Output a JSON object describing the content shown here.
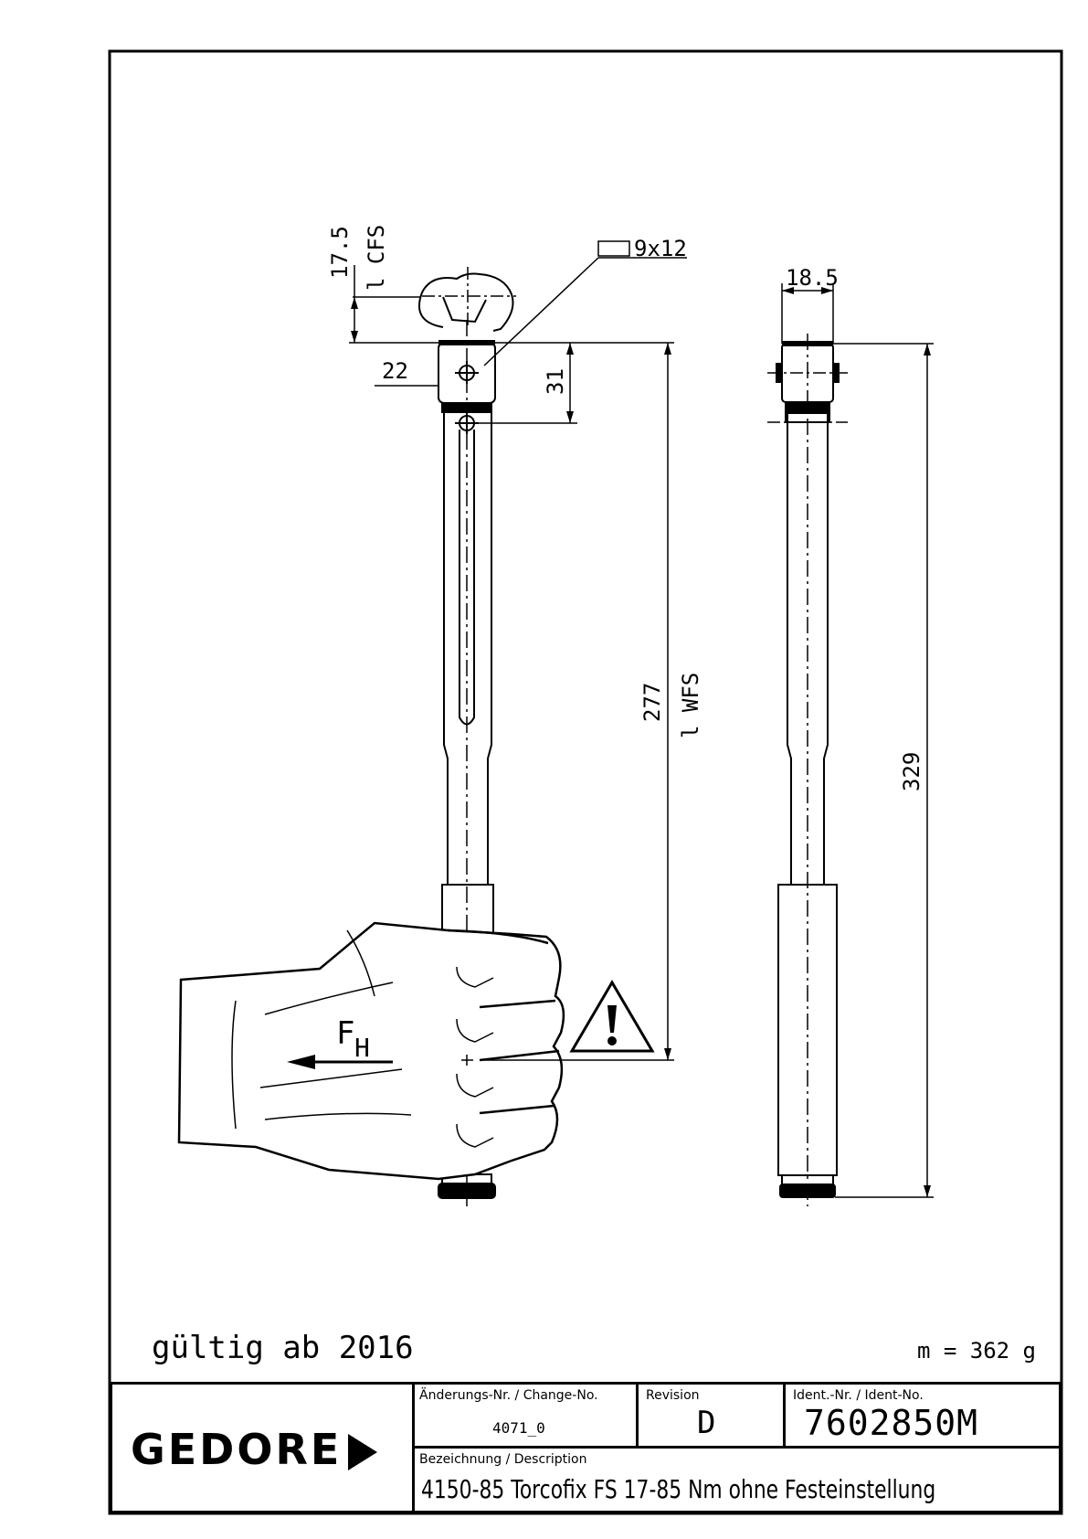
{
  "drawing": {
    "dimensions": {
      "jaw_depth": "17.5",
      "l_cfs": "l CFS",
      "square_drive": "9x12",
      "head_width": "22",
      "pivot_distance": "31",
      "effective_length": "277",
      "l_wfs": "l WFS",
      "side_width": "18.5",
      "total_length": "329"
    },
    "force_label": "F",
    "force_subscript": "H",
    "warning_icon": "warning-triangle-icon"
  },
  "validity": "gültig ab 2016",
  "mass": "m = 362 g",
  "title_block": {
    "brand": "GEDORE",
    "change_label": "Änderungs-Nr. / Change-No.",
    "change_value": "4071_0",
    "revision_label": "Revision",
    "revision_value": "D",
    "ident_label": "Ident.-Nr. / Ident-No.",
    "ident_value": "7602850M",
    "description_label": "Bezeichnung / Description",
    "description_value": "4150-85 Torcofix FS 17-85 Nm ohne Festeinstellung"
  }
}
